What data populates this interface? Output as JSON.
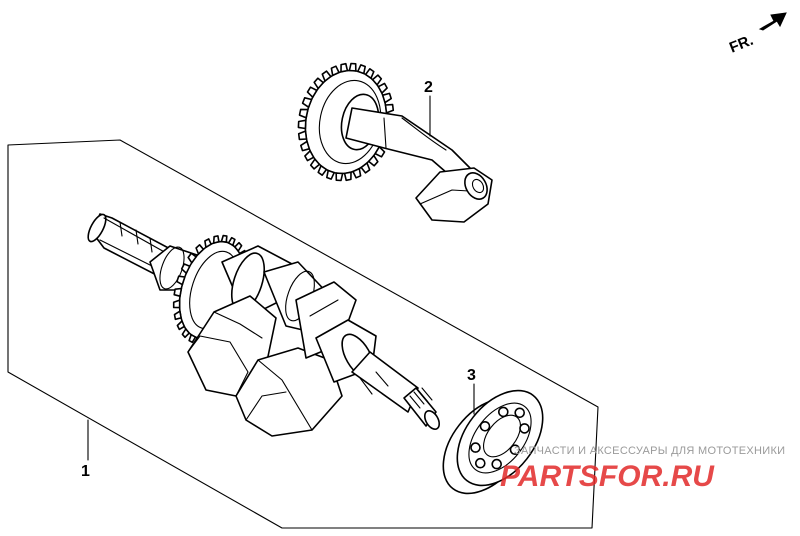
{
  "direction_marker": {
    "text": "FR.",
    "icon": "arrow-right-icon"
  },
  "callouts": [
    {
      "number": "1"
    },
    {
      "number": "2"
    },
    {
      "number": "3"
    }
  ],
  "watermark": {
    "tagline": "ЗАПЧАСТИ И АКСЕССУАРЫ ДЛЯ МОТОТЕХНИКИ",
    "logo": "PARTSFOR.RU",
    "logo_color": "#e22a2a"
  }
}
